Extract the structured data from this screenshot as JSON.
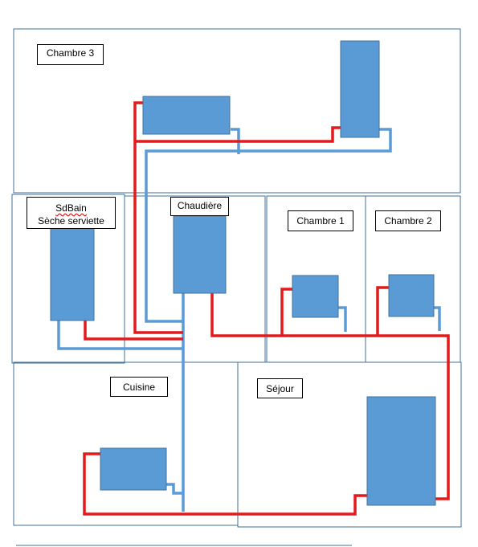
{
  "rooms": {
    "chambre3": "Chambre  3",
    "sdbain_line1": "SdBain",
    "sdbain_line2": "Sèche serviette",
    "chaudiere": "Chaudière",
    "chambre1": "Chambre  1",
    "chambre2": "Chambre  2",
    "cuisine": "Cuisine",
    "sejour": "Séjour"
  },
  "colors": {
    "radiator": "#5b9bd5",
    "hot_pipe": "#e31a1c",
    "return_pipe": "#5b9bd5",
    "wall": "#41719c"
  }
}
